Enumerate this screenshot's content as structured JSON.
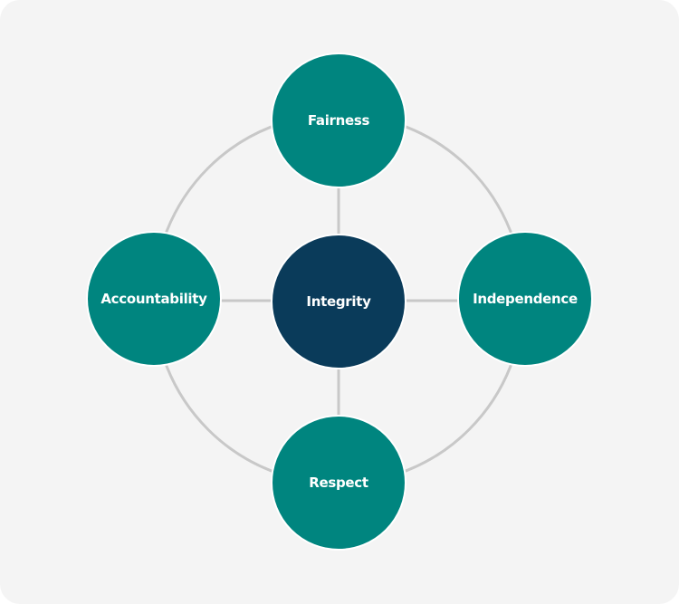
{
  "center": {
    "label": "Integrity"
  },
  "nodes": {
    "top": {
      "label": "Fairness"
    },
    "left": {
      "label": "Accountability"
    },
    "right": {
      "label": "Independence"
    },
    "bottom": {
      "label": "Respect"
    }
  },
  "colors": {
    "outer": "#00857f",
    "center": "#0a3b5a",
    "connector": "#c8c8c8",
    "background": "#f4f4f4"
  }
}
